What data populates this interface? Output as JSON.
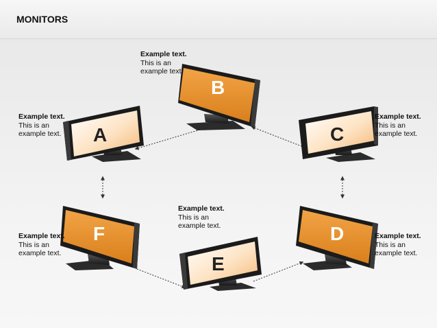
{
  "page": {
    "title": "MONITORS"
  },
  "monitors": [
    {
      "letter": "A",
      "style": "light"
    },
    {
      "letter": "B",
      "style": "orange"
    },
    {
      "letter": "C",
      "style": "light"
    },
    {
      "letter": "D",
      "style": "orange"
    },
    {
      "letter": "E",
      "style": "light"
    },
    {
      "letter": "F",
      "style": "orange"
    }
  ],
  "captions": {
    "b": {
      "title": "Example text.",
      "line1": "This is an",
      "line2": "example text."
    },
    "a": {
      "title": "Example text.",
      "line1": "This is an",
      "line2": "example text."
    },
    "c": {
      "title": "Example text.",
      "line1": "This is an",
      "line2": "example text."
    },
    "e": {
      "title": "Example text.",
      "line1": "This is an",
      "line2": "example text."
    },
    "f": {
      "title": "Example text.",
      "line1": "This is an",
      "line2": "example text."
    },
    "d": {
      "title": "Example text.",
      "line1": "This is an",
      "line2": "example text."
    }
  },
  "colors": {
    "orange_screen_top": "#f2a446",
    "orange_screen_bottom": "#d97f1c",
    "light_screen_top": "#ffffff",
    "light_screen_bottom": "#f7c58a",
    "bezel": "#1b1b1b",
    "connector": "#333333"
  }
}
